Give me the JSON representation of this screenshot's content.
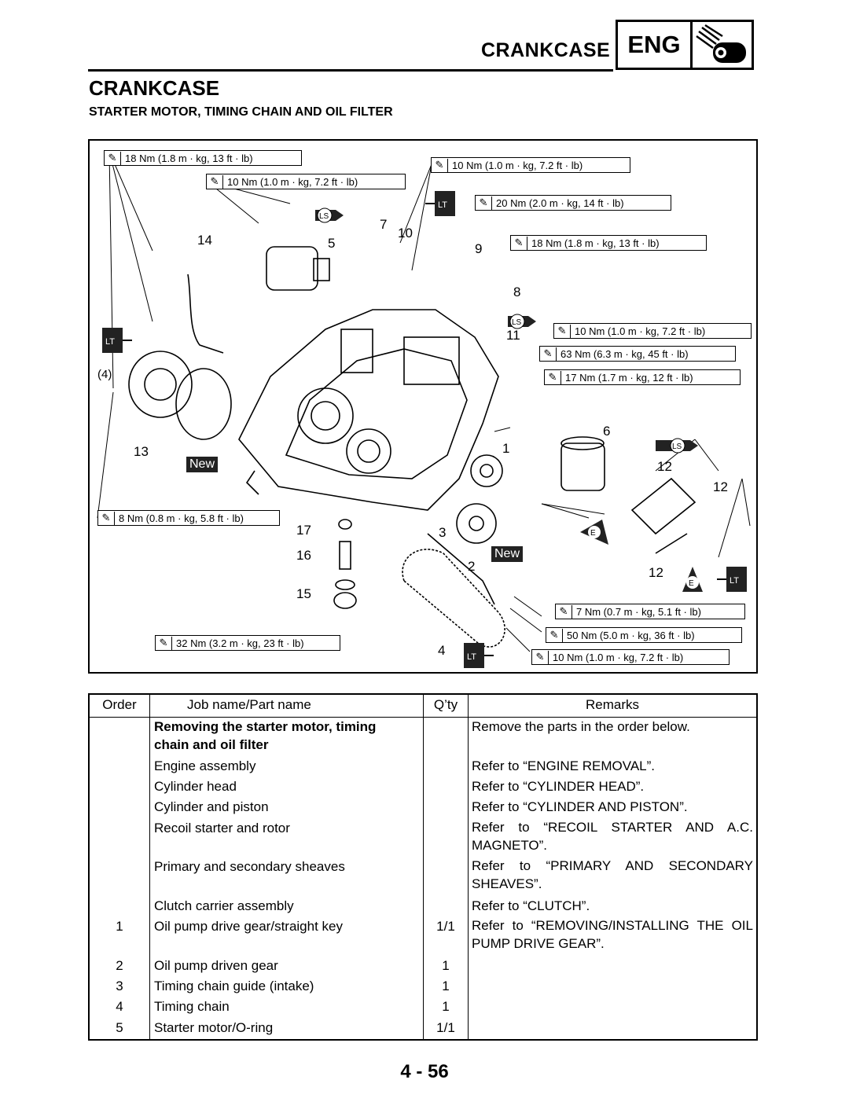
{
  "header": {
    "section_title": "CRANKCASE",
    "badge": "ENG",
    "icon": "engine-icon"
  },
  "page_title": "CRANKCASE",
  "subtitle": "STARTER MOTOR, TIMING CHAIN AND OIL FILTER",
  "diagram": {
    "torque_labels": [
      "18 Nm (1.8 m · kg, 13 ft · lb)",
      "10 Nm (1.0 m · kg, 7.2 ft · lb)",
      "10 Nm (1.0 m · kg, 7.2 ft · lb)",
      "20 Nm (2.0 m · kg, 14 ft · lb)",
      "18 Nm (1.8 m · kg, 13 ft · lb)",
      "10 Nm (1.0 m · kg, 7.2 ft · lb)",
      "63 Nm (6.3 m · kg, 45 ft · lb)",
      "17 Nm (1.7 m · kg, 12 ft · lb)",
      "8 Nm (0.8 m · kg, 5.8 ft · lb)",
      "7 Nm (0.7 m · kg, 5.1 ft · lb)",
      "50 Nm (5.0 m · kg, 36 ft · lb)",
      "32 Nm (3.2 m · kg, 23 ft · lb)",
      "10 Nm (1.0 m · kg, 7.2 ft · lb)"
    ],
    "callouts": [
      "14",
      "5",
      "7",
      "10",
      "9",
      "8",
      "11",
      "(4)",
      "13",
      "6",
      "1",
      "12",
      "12",
      "17",
      "3",
      "16",
      "2",
      "12",
      "15",
      "4"
    ],
    "new_label": "New",
    "lt_label": "LT",
    "ls_label": "LS",
    "e_label": "E"
  },
  "table": {
    "headers": {
      "order": "Order",
      "job": "Job name/Part name",
      "qty": "Q’ty",
      "remarks": "Remarks"
    },
    "rows": [
      {
        "order": "",
        "job": "Removing the starter motor, timing",
        "qty": "",
        "remarks": "Remove the parts in the order below."
      },
      {
        "order": "",
        "job": "chain and oil filter",
        "qty": "",
        "remarks": ""
      },
      {
        "order": "",
        "job": "Engine assembly",
        "qty": "",
        "remarks": "Refer to “ENGINE REMOVAL”."
      },
      {
        "order": "",
        "job": "Cylinder head",
        "qty": "",
        "remarks": "Refer to “CYLINDER HEAD”."
      },
      {
        "order": "",
        "job": "Cylinder and piston",
        "qty": "",
        "remarks": "Refer to “CYLINDER AND PISTON”."
      },
      {
        "order": "",
        "job": "Recoil starter and rotor",
        "qty": "",
        "remarks": "Refer to “RECOIL STARTER AND A.C. MAGNETO”."
      },
      {
        "order": "",
        "job": "Primary and secondary sheaves",
        "qty": "",
        "remarks": "Refer to “PRIMARY AND SECONDARY SHEAVES”."
      },
      {
        "order": "",
        "job": "Clutch carrier assembly",
        "qty": "",
        "remarks": "Refer to “CLUTCH”."
      },
      {
        "order": "1",
        "job": "Oil pump drive gear/straight key",
        "qty": "1/1",
        "remarks": "Refer to “REMOVING/INSTALLING THE OIL PUMP DRIVE GEAR”."
      },
      {
        "order": "2",
        "job": "Oil pump driven gear",
        "qty": "1",
        "remarks": ""
      },
      {
        "order": "3",
        "job": "Timing chain guide (intake)",
        "qty": "1",
        "remarks": ""
      },
      {
        "order": "4",
        "job": "Timing chain",
        "qty": "1",
        "remarks": ""
      },
      {
        "order": "5",
        "job": "Starter motor/O-ring",
        "qty": "1/1",
        "remarks": ""
      }
    ]
  },
  "page_number": "4 - 56"
}
